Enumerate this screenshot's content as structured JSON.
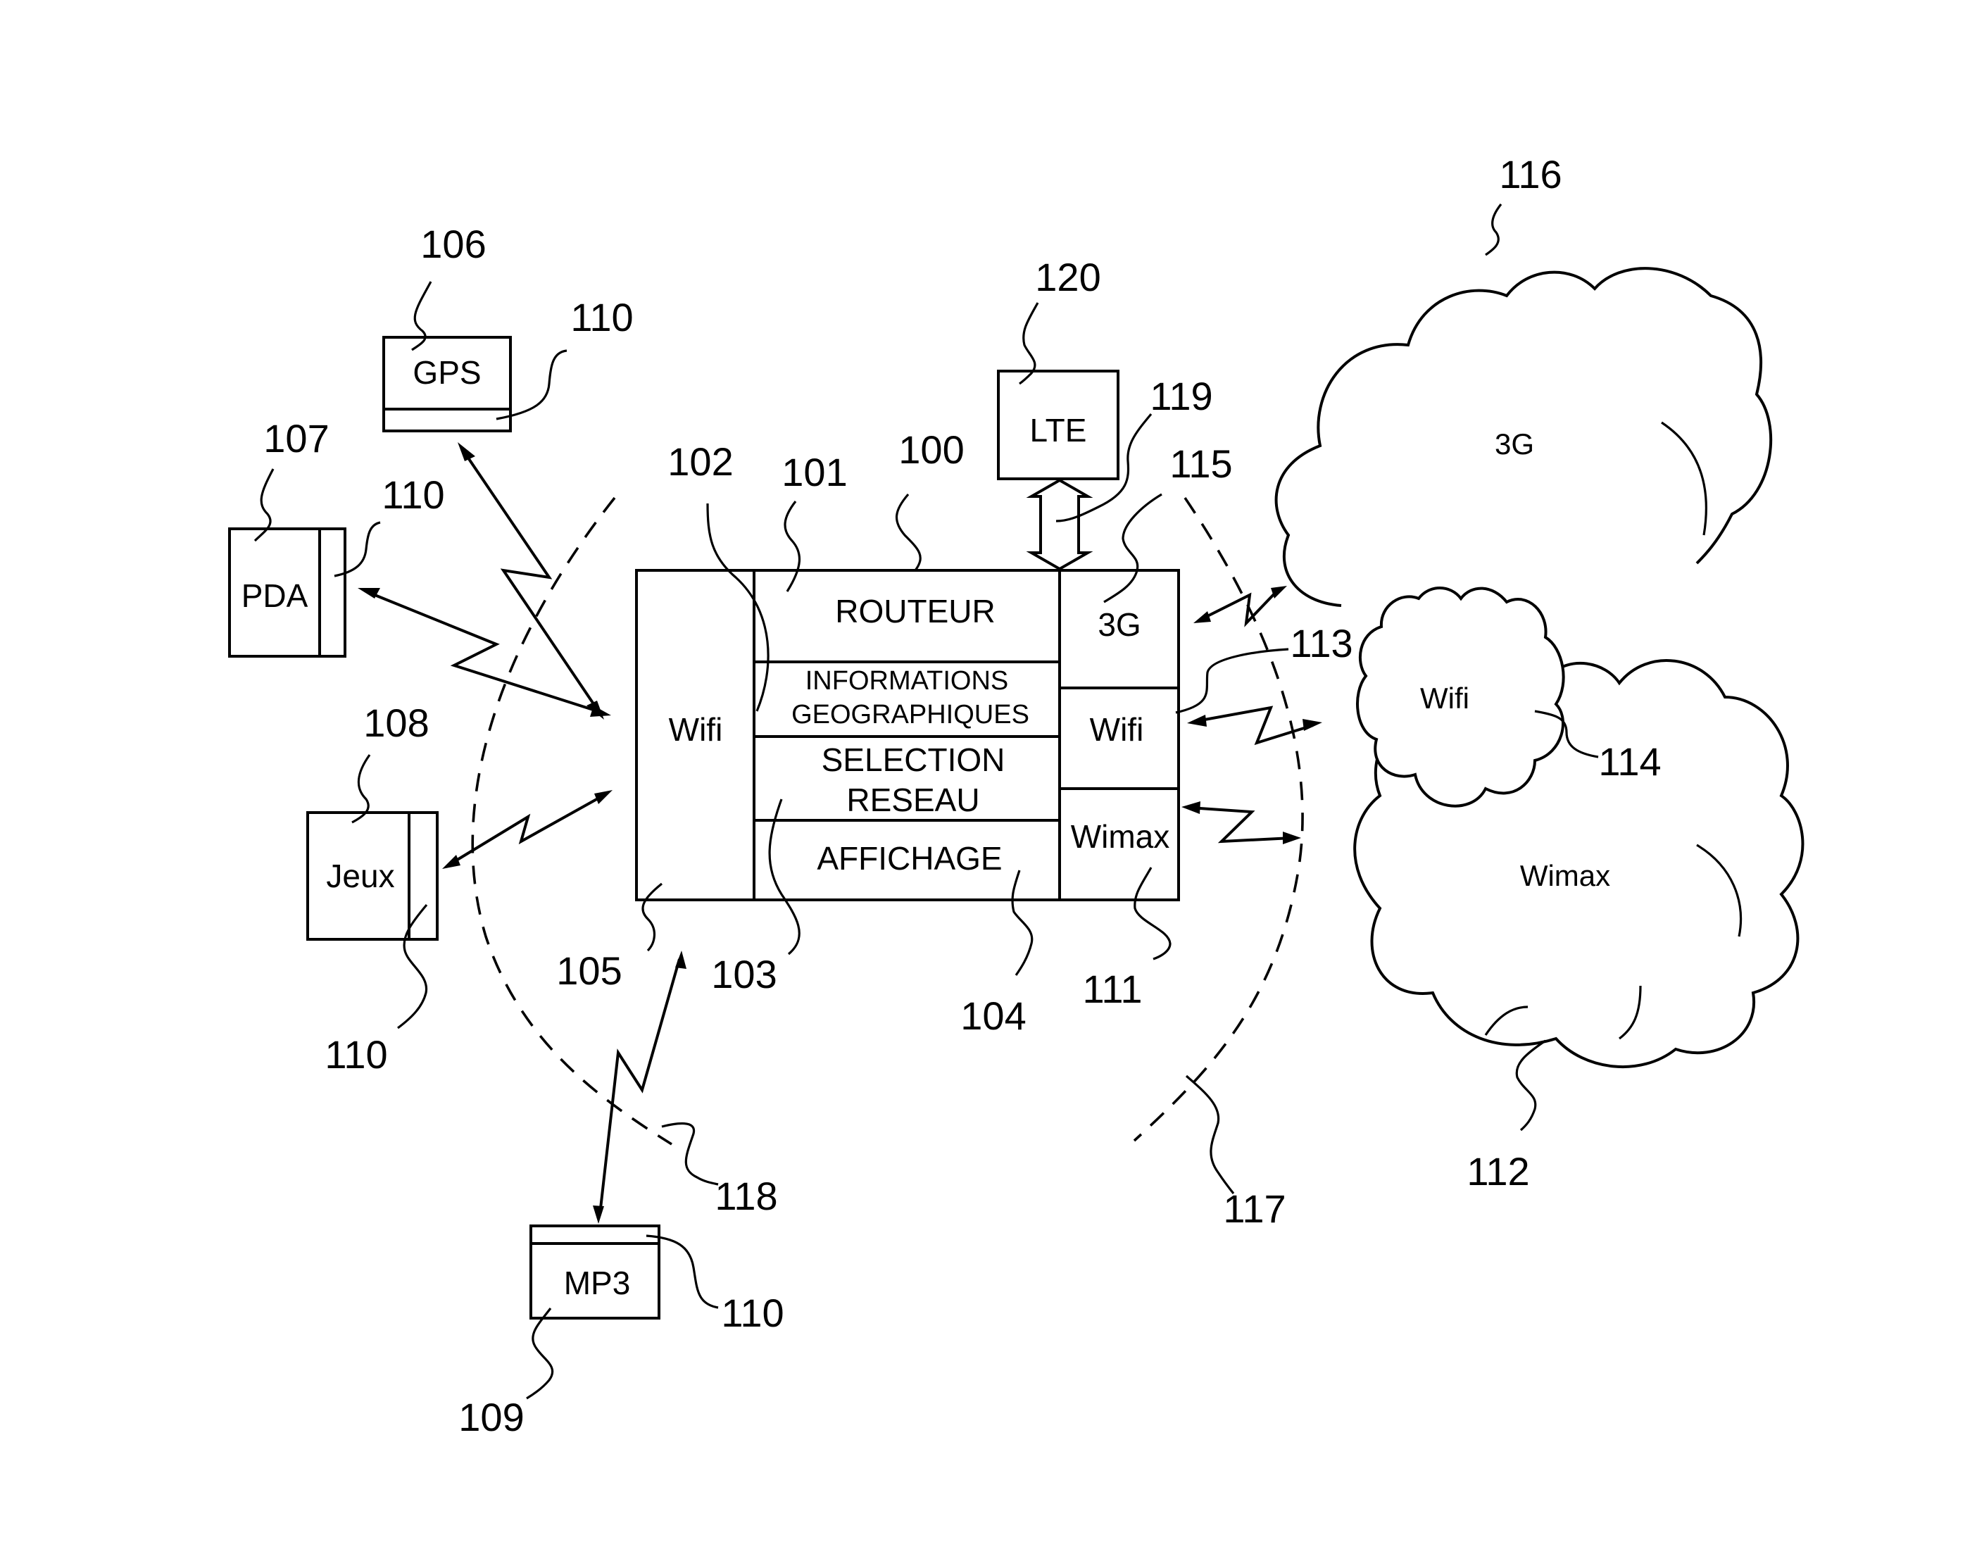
{
  "diagram": {
    "devices": {
      "gps": {
        "label": "GPS",
        "ref": "106",
        "module_ref": "110"
      },
      "pda": {
        "label": "PDA",
        "ref": "107",
        "module_ref": "110"
      },
      "jeux": {
        "label": "Jeux",
        "ref": "108",
        "module_ref": "110"
      },
      "mp3": {
        "label": "MP3",
        "ref": "109",
        "module_ref": "110"
      }
    },
    "router_box": {
      "ref": "100",
      "wifi_left": {
        "label": "Wifi",
        "ref": "105"
      },
      "routeur": {
        "label": "ROUTEUR",
        "ref": "101"
      },
      "informations": {
        "line1": "INFORMATIONS",
        "line2": "GEOGRAPHIQUES",
        "ref": "102"
      },
      "selection": {
        "line1": "SELECTION",
        "line2": "RESEAU",
        "ref": "103"
      },
      "affichage": {
        "label": "AFFICHAGE",
        "ref": "104"
      },
      "right_3g": {
        "label": "3G",
        "ref": "115"
      },
      "right_wifi": {
        "label": "Wifi",
        "ref": "113"
      },
      "right_wimax": {
        "label": "Wimax",
        "ref": "111"
      }
    },
    "lte": {
      "label": "LTE",
      "ref": "120",
      "link_ref": "119"
    },
    "networks": {
      "cloud_3g": {
        "label": "3G",
        "ref": "116"
      },
      "cloud_wifi": {
        "label": "Wifi",
        "ref": "114"
      },
      "cloud_wimax": {
        "label": "Wimax",
        "ref": "112"
      }
    },
    "boundaries": {
      "local_zone_ref": "118",
      "remote_zone_ref": "117"
    }
  }
}
